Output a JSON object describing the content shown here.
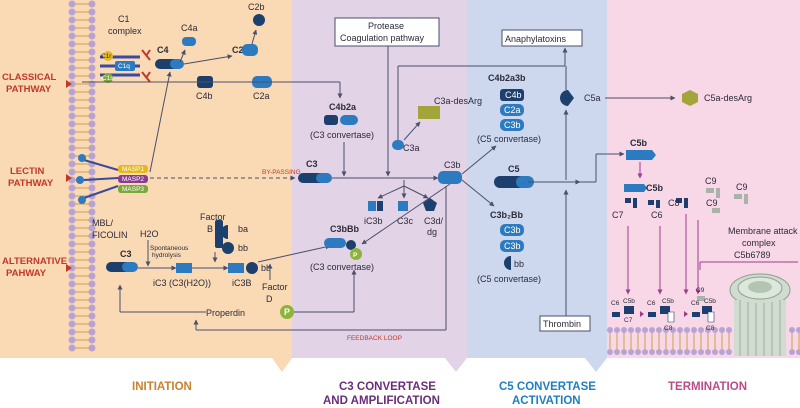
{
  "pathways": {
    "classical": [
      "CLASSICAL",
      "PATHWAY"
    ],
    "lectin": [
      "LECTIN",
      "PATHWAY"
    ],
    "alternative": [
      "ALTERNATIVE",
      "PAHWAY"
    ]
  },
  "labels": {
    "c1_complex": [
      "C1",
      "complex"
    ],
    "c1r": "C1r",
    "c1q": "C1q",
    "c1s": "C1s",
    "c4": "C4",
    "c4a": "C4a",
    "c4b": "C4b",
    "c2": "C2",
    "c2b": "C2b",
    "c2a": "C2a",
    "c4b2a": "C4b2a",
    "c3_convertase": "(C3 convertase)",
    "protease": [
      "Protease",
      "Coagulation pathway"
    ],
    "c3a_desarg": "C3a-desArg",
    "c3a": "C3a",
    "c3": "C3",
    "c3b": "C3b",
    "ic3b": "iC3b",
    "c3c": "C3c",
    "c3d": [
      "C3d/",
      "dg"
    ],
    "c3bbb": "C3bBb",
    "p": "P",
    "masp1": "MASP1",
    "masp2": "MASP2",
    "masp3": "MASP3",
    "mbl": [
      "MBL/",
      "FICOLIN"
    ],
    "bypassing": "BY-PASSING",
    "factor_b": [
      "Factor",
      "B"
    ],
    "ba": "ba",
    "bb": "bb",
    "h2o": "H2O",
    "spontaneous": [
      "Spontaneous",
      "hydrolysis"
    ],
    "c3_alt": "C3",
    "ic3_c3h2o": "iC3 (C3(H2O))",
    "ic3b_caps": "iC3B",
    "factor_d": [
      "Factor",
      "D"
    ],
    "properdin": "Properdin",
    "feedback": "FEEDBACK LOOP",
    "anaphylatoxins": "Anaphylatoxins",
    "c4b2a3b": "C4b2a3b",
    "c5_convertase": "(C5 convertase)",
    "c5": "C5",
    "c3b2bb": "C3b₂Bb",
    "c5a": "C5a",
    "c5a_desarg": "C5a-desArg",
    "thrombin": "Thrombin",
    "c5b": "C5b",
    "c6": "C6",
    "c7": "C7",
    "c8": "C8",
    "c9": "C9",
    "mac": [
      "Membrane attack",
      "complex",
      "C5b6789"
    ],
    "c8_short": "C8"
  },
  "phases": {
    "initiation": "INITIATION",
    "c3_conv": [
      "C3 CONVERTASE",
      "AND AMPLIFICATION"
    ],
    "c5_conv": [
      "C5 CONVERTASE",
      "ACTIVATION"
    ],
    "termination": "TERMINATION"
  },
  "colors": {
    "initiation_bg": "#fad9b5",
    "c3_bg": "#e2d3e6",
    "c5_bg": "#cdd8ef",
    "term_bg": "#f8d7e7",
    "dark_blue": "#1d3f6e",
    "mid_blue": "#2c7bc0",
    "arrow": "#4a4f6a",
    "red": "#c0392b",
    "olive": "#a3a53a",
    "green_p": "#8db33a",
    "membrane": "#b8a4d4",
    "phase_initiation": "#c9822f",
    "phase_c3": "#6b2d7b",
    "phase_c5": "#1f7fbf",
    "phase_term": "#b94d8a"
  }
}
